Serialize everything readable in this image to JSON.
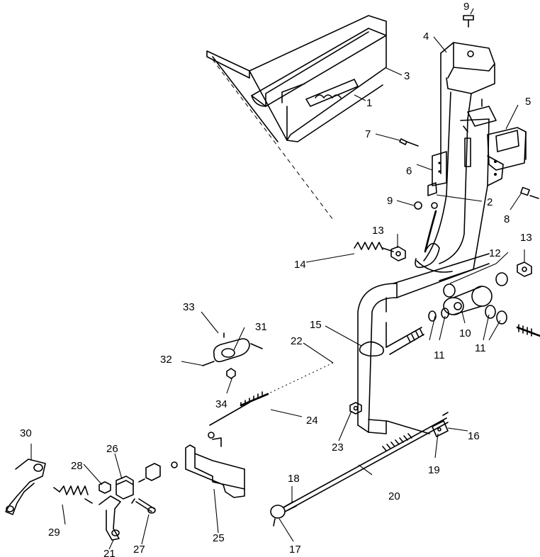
{
  "diagram": {
    "callouts": [
      {
        "id": "c1",
        "label": "1"
      },
      {
        "id": "c2",
        "label": "2"
      },
      {
        "id": "c3",
        "label": "3"
      },
      {
        "id": "c4",
        "label": "4"
      },
      {
        "id": "c5",
        "label": "5"
      },
      {
        "id": "c6",
        "label": "6"
      },
      {
        "id": "c7",
        "label": "7"
      },
      {
        "id": "c8",
        "label": "8"
      },
      {
        "id": "c9a",
        "label": "9"
      },
      {
        "id": "c9b",
        "label": "9"
      },
      {
        "id": "c10",
        "label": "10"
      },
      {
        "id": "c11a",
        "label": "11"
      },
      {
        "id": "c11b",
        "label": "11"
      },
      {
        "id": "c12",
        "label": "12"
      },
      {
        "id": "c13a",
        "label": "13"
      },
      {
        "id": "c13b",
        "label": "13"
      },
      {
        "id": "c14",
        "label": "14"
      },
      {
        "id": "c15",
        "label": "15"
      },
      {
        "id": "c16",
        "label": "16"
      },
      {
        "id": "c17",
        "label": "17"
      },
      {
        "id": "c18",
        "label": "18"
      },
      {
        "id": "c19",
        "label": "19"
      },
      {
        "id": "c20",
        "label": "20"
      },
      {
        "id": "c21",
        "label": "21"
      },
      {
        "id": "c22",
        "label": "22"
      },
      {
        "id": "c23",
        "label": "23"
      },
      {
        "id": "c24",
        "label": "24"
      },
      {
        "id": "c25",
        "label": "25"
      },
      {
        "id": "c26",
        "label": "26"
      },
      {
        "id": "c27",
        "label": "27"
      },
      {
        "id": "c28",
        "label": "28"
      },
      {
        "id": "c29",
        "label": "29"
      },
      {
        "id": "c30",
        "label": "30"
      },
      {
        "id": "c31",
        "label": "31"
      },
      {
        "id": "c32",
        "label": "32"
      },
      {
        "id": "c33",
        "label": "33"
      },
      {
        "id": "c34",
        "label": "34"
      }
    ]
  }
}
